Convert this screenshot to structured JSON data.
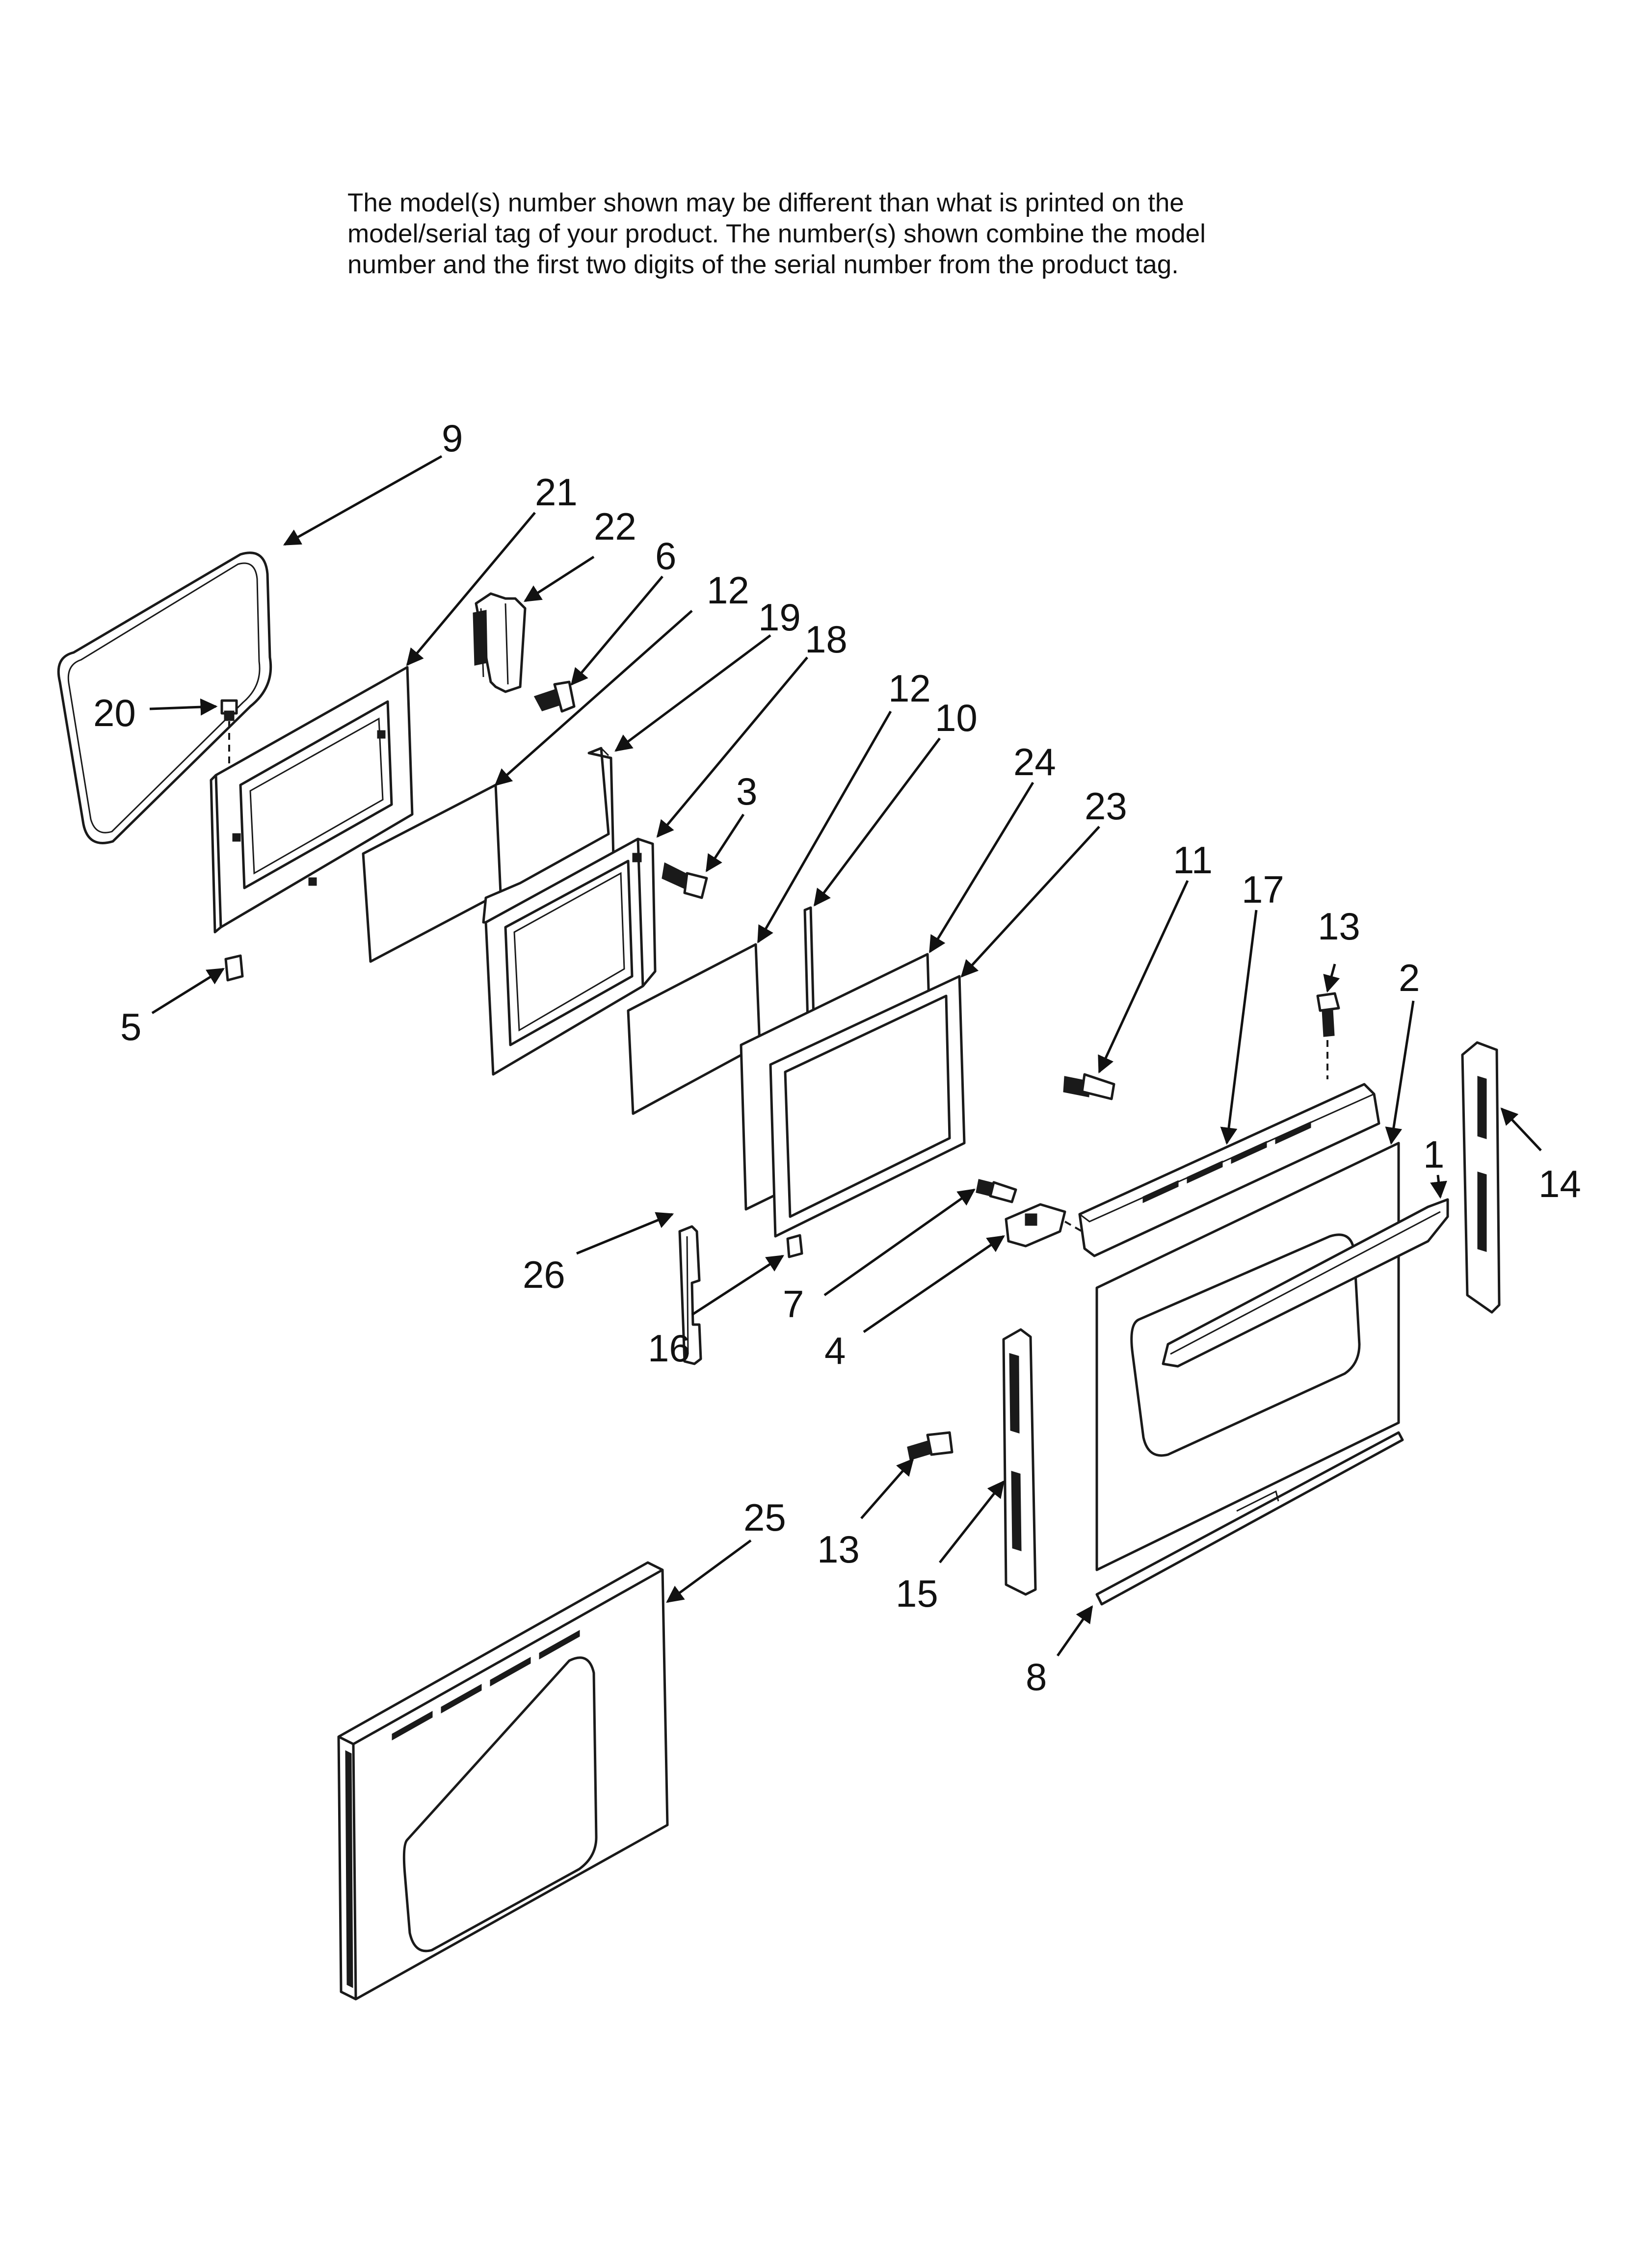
{
  "disclaimer": {
    "line1": "The model(s) number shown may be different than what is printed on the",
    "line2": "model/serial tag of your product. The number(s) shown combine the model",
    "line3": "number and the first two digits of the serial number from the product tag."
  },
  "callouts": {
    "c1": "1",
    "c2": "2",
    "c3": "3",
    "c4": "4",
    "c5": "5",
    "c6": "6",
    "c7": "7",
    "c8": "8",
    "c9": "9",
    "c10": "10",
    "c11": "11",
    "c12a": "12",
    "c12b": "12",
    "c13a": "13",
    "c13b": "13",
    "c14": "14",
    "c15": "15",
    "c16": "16",
    "c17": "17",
    "c18": "18",
    "c19": "19",
    "c20": "20",
    "c21": "21",
    "c22": "22",
    "c23": "23",
    "c24": "24",
    "c25": "25",
    "c26": "26"
  },
  "colors": {
    "ink": "#111111",
    "background": "#ffffff"
  }
}
